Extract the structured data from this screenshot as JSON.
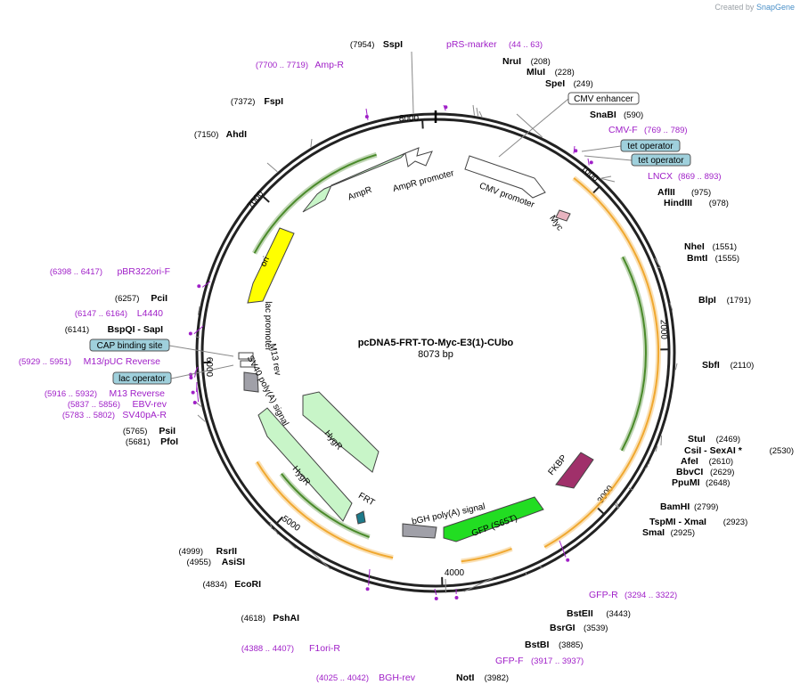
{
  "watermark": {
    "prefix": "Created by",
    "brand": "SnapGene"
  },
  "plasmid": {
    "name": "pcDNA5-FRT-TO-Myc-E3(1)-CUbo",
    "size_text": "8073 bp",
    "length": 8073
  },
  "ticks": [
    "1000",
    "2000",
    "3000",
    "4000",
    "5000",
    "6000",
    "7000",
    "8000"
  ],
  "sites": [
    {
      "name": "SspI",
      "pos": "(7954)",
      "side": "L"
    },
    {
      "name": "FspI",
      "pos": "(7372)",
      "side": "L"
    },
    {
      "name": "AhdI",
      "pos": "(7150)",
      "side": "L"
    },
    {
      "name": "PciI",
      "pos": "(6257)",
      "side": "L"
    },
    {
      "name": "BspQI - SapI",
      "pos": "(6141)",
      "side": "L"
    },
    {
      "name": "PsiI",
      "pos": "(5765)",
      "side": "L"
    },
    {
      "name": "PfoI",
      "pos": "(5681)",
      "side": "L"
    },
    {
      "name": "RsrII",
      "pos": "(4999)",
      "side": "L"
    },
    {
      "name": "AsiSI",
      "pos": "(4955)",
      "side": "L"
    },
    {
      "name": "EcoRI",
      "pos": "(4834)",
      "side": "L"
    },
    {
      "name": "PshAI",
      "pos": "(4618)",
      "side": "L"
    },
    {
      "name": "NruI",
      "pos": "(208)",
      "side": "R"
    },
    {
      "name": "MluI",
      "pos": "(228)",
      "side": "R"
    },
    {
      "name": "SpeI",
      "pos": "(249)",
      "side": "R"
    },
    {
      "name": "SnaBI",
      "pos": "(590)",
      "side": "R"
    },
    {
      "name": "AflII",
      "pos": "(975)",
      "side": "R"
    },
    {
      "name": "HindIII",
      "pos": "(978)",
      "side": "R"
    },
    {
      "name": "NheI",
      "pos": "(1551)",
      "side": "R"
    },
    {
      "name": "BmtI",
      "pos": "(1555)",
      "side": "R"
    },
    {
      "name": "BlpI",
      "pos": "(1791)",
      "side": "R"
    },
    {
      "name": "SbfI",
      "pos": "(2110)",
      "side": "R"
    },
    {
      "name": "StuI",
      "pos": "(2469)",
      "side": "R"
    },
    {
      "name": "CsiI - SexAI *",
      "pos": "(2530)",
      "side": "R"
    },
    {
      "name": "AfeI",
      "pos": "(2610)",
      "side": "R"
    },
    {
      "name": "BbvCI",
      "pos": "(2629)",
      "side": "R"
    },
    {
      "name": "PpuMI",
      "pos": "(2648)",
      "side": "R"
    },
    {
      "name": "BamHI",
      "pos": "(2799)",
      "side": "R"
    },
    {
      "name": "TspMI - XmaI",
      "pos": "(2923)",
      "side": "R"
    },
    {
      "name": "SmaI",
      "pos": "(2925)",
      "side": "R"
    },
    {
      "name": "BstEII",
      "pos": "(3443)",
      "side": "R"
    },
    {
      "name": "BsrGI",
      "pos": "(3539)",
      "side": "R"
    },
    {
      "name": "BstBI",
      "pos": "(3885)",
      "side": "R"
    },
    {
      "name": "NotI",
      "pos": "(3982)",
      "side": "R"
    }
  ],
  "primers": [
    {
      "name": "pRS-marker",
      "range": "(44 .. 63)"
    },
    {
      "name": "Amp-R",
      "range": "(7700 .. 7719)"
    },
    {
      "name": "CMV-F",
      "range": "(769 .. 789)"
    },
    {
      "name": "LNCX",
      "range": "(869 .. 893)"
    },
    {
      "name": "pBR322ori-F",
      "range": "(6398 .. 6417)"
    },
    {
      "name": "L4440",
      "range": "(6147 .. 6164)"
    },
    {
      "name": "M13/pUC Reverse",
      "range": "(5929 .. 5951)"
    },
    {
      "name": "M13 Reverse",
      "range": "(5916 .. 5932)"
    },
    {
      "name": "EBV-rev",
      "range": "(5837 .. 5856)"
    },
    {
      "name": "SV40pA-R",
      "range": "(5783 .. 5802)"
    },
    {
      "name": "GFP-R",
      "range": "(3294 .. 3322)"
    },
    {
      "name": "GFP-F",
      "range": "(3917 .. 3937)"
    },
    {
      "name": "BGH-rev",
      "range": "(4025 .. 4042)"
    },
    {
      "name": "F1ori-R",
      "range": "(4388 .. 4407)"
    }
  ],
  "boxed_labels": [
    {
      "text": "CMV enhancer",
      "color": "#ffffff"
    },
    {
      "text": "tet operator",
      "color": "#9fd0dc"
    },
    {
      "text": "tet operator",
      "color": "#9fd0dc"
    },
    {
      "text": "CAP binding site",
      "color": "#9fd0dc"
    },
    {
      "text": "lac operator",
      "color": "#9fd0dc"
    }
  ],
  "features": [
    {
      "name": "AmpR",
      "color": "#c8f5c8"
    },
    {
      "name": "AmpR promoter",
      "color": "#ffffff"
    },
    {
      "name": "CMV promoter",
      "color": "#ffffff"
    },
    {
      "name": "Myc",
      "color": "#e8b4c0"
    },
    {
      "name": "ori",
      "color": "#ffff00"
    },
    {
      "name": "lac promoter",
      "color": "#ffffff"
    },
    {
      "name": "M13 rev",
      "color": "#ffffff"
    },
    {
      "name": "SV40 poly(A) signal",
      "color": "#a0a0a8"
    },
    {
      "name": "HygR",
      "color": "#c8f5c8"
    },
    {
      "name": "HygR",
      "color": "#c8f5c8"
    },
    {
      "name": "FRT",
      "color": "#1d7a8a"
    },
    {
      "name": "bGH poly(A) signal",
      "color": "#a0a0a8"
    },
    {
      "name": "GFP (S65T)",
      "color": "#22dd22"
    },
    {
      "name": "FKBP",
      "color": "#a0306a"
    }
  ],
  "colors": {
    "primer": "#a020c8",
    "orf_orange": "#f0a830",
    "orf_green": "#4a8a2a"
  }
}
